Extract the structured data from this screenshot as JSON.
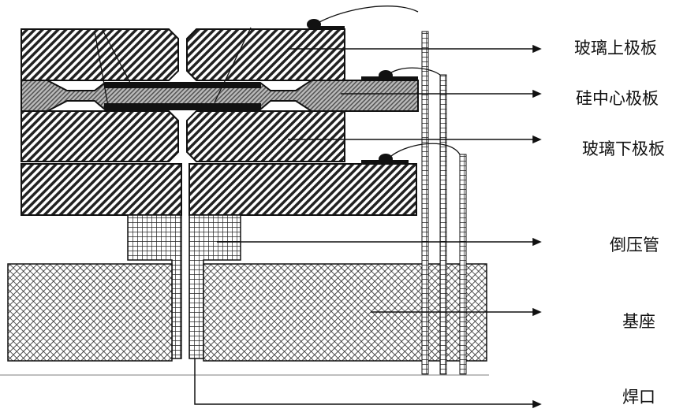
{
  "labels": {
    "upper_glass": "玻璃上极板",
    "silicon_center": "硅中心极板",
    "lower_glass": "玻璃下极板",
    "pressure_tube": "倒压管",
    "base": "基座",
    "weld": "焊口"
  },
  "colors": {
    "ink": "#111111",
    "silicon": "#888888"
  }
}
